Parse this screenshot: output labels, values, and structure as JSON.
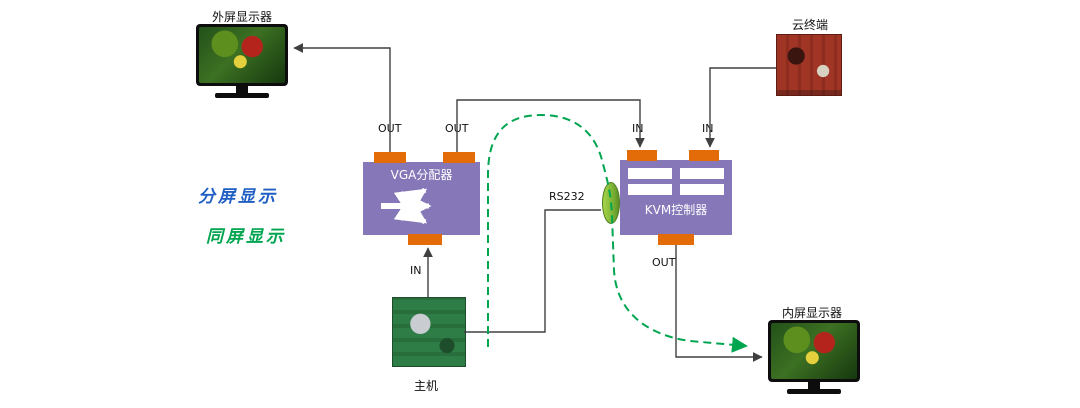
{
  "diagram": {
    "nodes": {
      "external_monitor": {
        "label": "外屏显示器"
      },
      "cloud_terminal": {
        "label": "云终端"
      },
      "vga_splitter": {
        "label": "VGA分配器"
      },
      "kvm_controller": {
        "label": "KVM控制器"
      },
      "host": {
        "label": "主机"
      },
      "internal_monitor": {
        "label": "内屏显示器"
      }
    },
    "ports": {
      "out": "OUT",
      "in": "IN"
    },
    "annotations": {
      "split_screen": "分屏显示",
      "same_screen": "同屏显示",
      "rs232": "RS232"
    },
    "colors": {
      "device_purple": "#8577b8",
      "port_orange": "#e36c09",
      "connector_green": "#7cb335",
      "split_screen_blue": "#1f5fc4",
      "same_screen_green": "#00a550",
      "line_gray": "#404040"
    }
  }
}
